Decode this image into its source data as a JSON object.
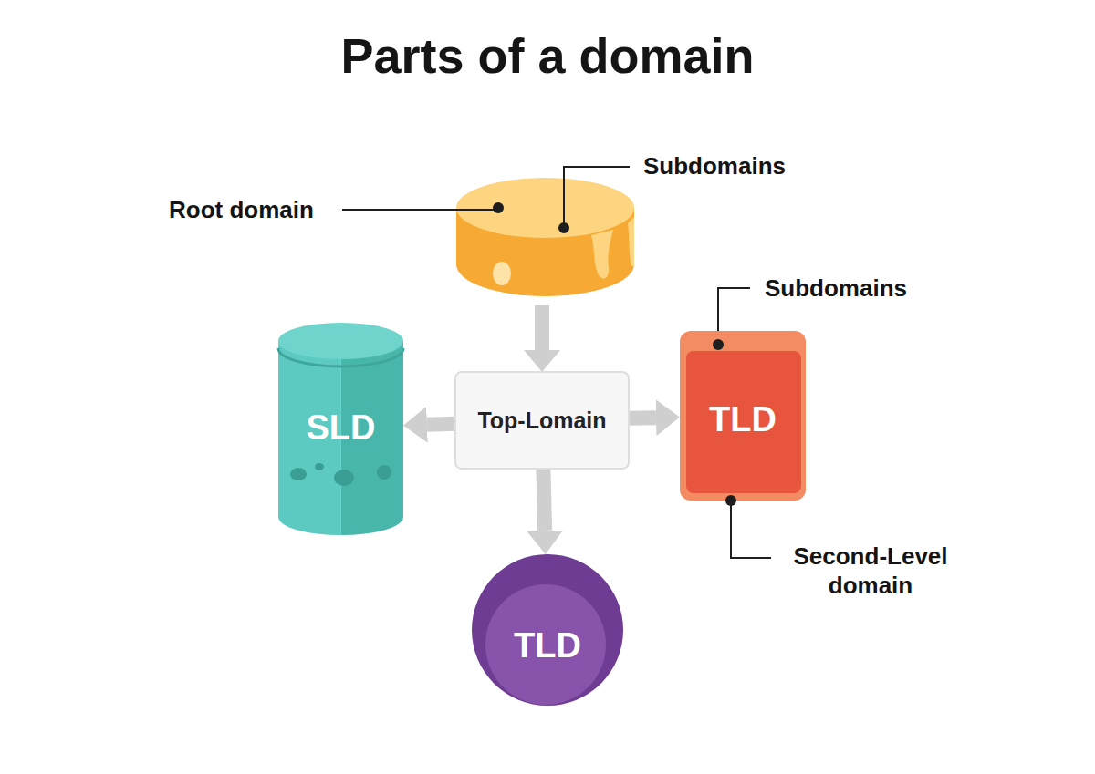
{
  "diagram": {
    "title": "Parts of a domain",
    "nodes": [
      {
        "text": [
          "SLD"
        ]
      },
      {
        "text": [
          "Top-Lomain"
        ]
      },
      {
        "text": [
          "TLD"
        ]
      },
      {
        "text": [
          "TLD"
        ]
      }
    ],
    "edges": [
      {
        "from": 1,
        "to": 0,
        "arrow": "to"
      },
      {
        "from": 1,
        "to": 2,
        "arrow": "to"
      },
      {
        "from": 1,
        "to": 3,
        "arrow": "to"
      }
    ],
    "labels": [
      "Subdomains",
      "Root domain",
      "Subdomains",
      "Second-Level domain"
    ]
  }
}
